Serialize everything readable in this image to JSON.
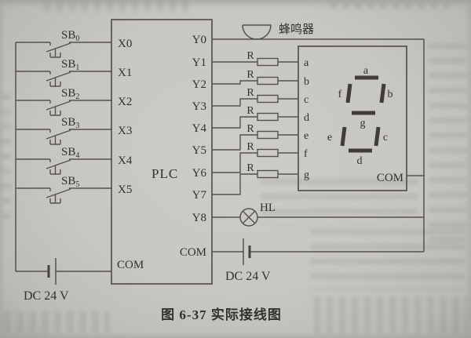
{
  "diagram": {
    "caption": "图 6-37  实际接线图",
    "plc": {
      "label": "PLC",
      "left_com": "COM",
      "right_com": "COM"
    },
    "inputs": [
      {
        "terminal": "X0",
        "switch_base": "SB",
        "switch_sub": "0"
      },
      {
        "terminal": "X1",
        "switch_base": "SB",
        "switch_sub": "1"
      },
      {
        "terminal": "X2",
        "switch_base": "SB",
        "switch_sub": "2"
      },
      {
        "terminal": "X3",
        "switch_base": "SB",
        "switch_sub": "3"
      },
      {
        "terminal": "X4",
        "switch_base": "SB",
        "switch_sub": "4"
      },
      {
        "terminal": "X5",
        "switch_base": "SB",
        "switch_sub": "5"
      }
    ],
    "outputs": [
      "Y0",
      "Y1",
      "Y2",
      "Y3",
      "Y4",
      "Y5",
      "Y6",
      "Y7",
      "Y8"
    ],
    "resistor_label": "R",
    "buzzer": {
      "label": "蜂鸣器"
    },
    "lamp": {
      "label": "HL"
    },
    "display": {
      "pins": [
        "a",
        "b",
        "c",
        "d",
        "e",
        "f",
        "g"
      ],
      "com": "COM"
    },
    "supply_left": {
      "label": "DC 24 V"
    },
    "supply_right": {
      "label": "DC 24 V"
    },
    "colors": {
      "paper": "#c8c6c1",
      "ink": "#33312d",
      "line": "#55524d"
    }
  }
}
